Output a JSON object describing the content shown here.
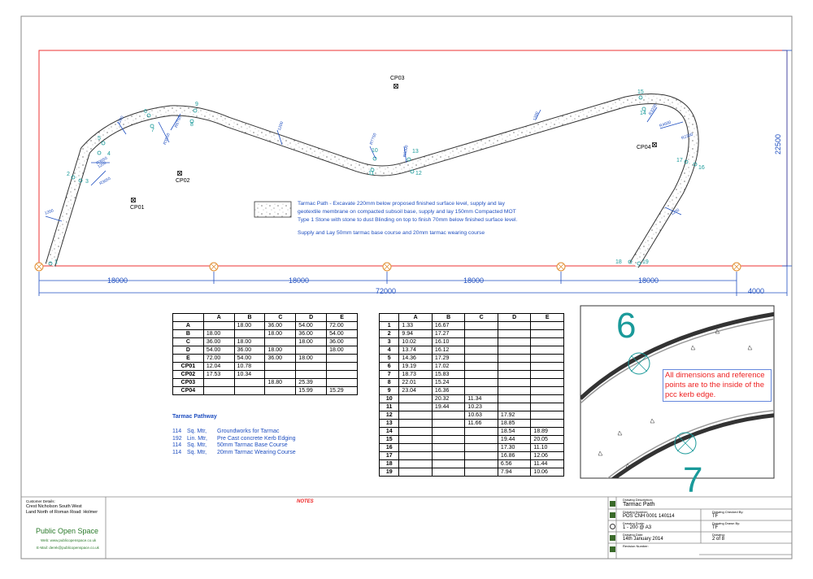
{
  "plan": {
    "total_width": "72000",
    "segments": [
      "18000",
      "18000",
      "18000",
      "18000"
    ],
    "edge_dim": "4000",
    "height_dim": "22500",
    "control_points": [
      "CP01",
      "CP02",
      "CP03",
      "CP04"
    ],
    "point_numbers": [
      "1",
      "2",
      "3",
      "4",
      "5",
      "6",
      "7",
      "8",
      "9",
      "10",
      "11",
      "12",
      "13",
      "14",
      "15",
      "16",
      "17",
      "18",
      "19"
    ],
    "dims": [
      "1200",
      "1200",
      "1200",
      "1200",
      "1200",
      "1200",
      "R3550",
      "R6750",
      "R3550",
      "R3550",
      "R7750",
      "R6000",
      "R3200",
      "R4600",
      "R2300"
    ]
  },
  "notes_text": {
    "line1": "Tarmac Path - Excavate 220mm below proposed finished surface level, supply and lay",
    "line2": "geotextile membrane on compacted subsoil base, supply and lay 150mm Compacted MOT",
    "line3": "Type 1 Stone with stone to dust Blinding on top to finish 70mm below finished surface level.",
    "line4": "Supply and Lay 50mm tarmac base course and 20mm tarmac wearing course"
  },
  "table1": {
    "headers": [
      "",
      "A",
      "B",
      "C",
      "D",
      "E"
    ],
    "rows": [
      [
        "A",
        "",
        "18.00",
        "36.00",
        "54.00",
        "72.00"
      ],
      [
        "B",
        "18.00",
        "",
        "18.00",
        "36.00",
        "54.00"
      ],
      [
        "C",
        "36.00",
        "18.00",
        "",
        "18.00",
        "36.00"
      ],
      [
        "D",
        "54.00",
        "36.00",
        "18.00",
        "",
        "18.00"
      ],
      [
        "E",
        "72.00",
        "54.00",
        "36.00",
        "18.00",
        ""
      ],
      [
        "CP01",
        "12.04",
        "10.78",
        "",
        "",
        ""
      ],
      [
        "CP02",
        "17.53",
        "10.34",
        "",
        "",
        ""
      ],
      [
        "CP03",
        "",
        "",
        "18.80",
        "25.39",
        ""
      ],
      [
        "CP04",
        "",
        "",
        "",
        "15.99",
        "15.29"
      ]
    ]
  },
  "table2": {
    "headers": [
      "",
      "A",
      "B",
      "C",
      "D",
      "E"
    ],
    "rows": [
      [
        "1",
        "1.33",
        "16.67",
        "",
        "",
        ""
      ],
      [
        "2",
        "9.94",
        "17.27",
        "",
        "",
        ""
      ],
      [
        "3",
        "10.02",
        "16.10",
        "",
        "",
        ""
      ],
      [
        "4",
        "13.74",
        "16.12",
        "",
        "",
        ""
      ],
      [
        "5",
        "14.36",
        "17.29",
        "",
        "",
        ""
      ],
      [
        "6",
        "19.19",
        "17.02",
        "",
        "",
        ""
      ],
      [
        "7",
        "18.73",
        "15.83",
        "",
        "",
        ""
      ],
      [
        "8",
        "22.01",
        "15.24",
        "",
        "",
        ""
      ],
      [
        "9",
        "23.04",
        "16.36",
        "",
        "",
        ""
      ],
      [
        "10",
        "",
        "20.32",
        "11.34",
        "",
        ""
      ],
      [
        "11",
        "",
        "19.44",
        "10.23",
        "",
        ""
      ],
      [
        "12",
        "",
        "",
        "10.63",
        "17.92",
        ""
      ],
      [
        "13",
        "",
        "",
        "11.66",
        "18.85",
        ""
      ],
      [
        "14",
        "",
        "",
        "",
        "18.54",
        "18.89"
      ],
      [
        "15",
        "",
        "",
        "",
        "19.44",
        "20.05"
      ],
      [
        "16",
        "",
        "",
        "",
        "17.30",
        "11.10"
      ],
      [
        "17",
        "",
        "",
        "",
        "16.86",
        "12.06"
      ],
      [
        "18",
        "",
        "",
        "",
        "6.56",
        "11.44"
      ],
      [
        "19",
        "",
        "",
        "",
        "7.94",
        "10.06"
      ]
    ]
  },
  "quantities": {
    "title": "Tarmac Pathway",
    "items": [
      {
        "qty": "114",
        "unit": "Sq. Mtr,",
        "desc": "Groundworks for Tarmac"
      },
      {
        "qty": "192",
        "unit": "Lin. Mtr,",
        "desc": "Pre Cast concrete Kerb Edging"
      },
      {
        "qty": "114",
        "unit": "Sq. Mtr,",
        "desc": "50mm Tarmac Base Course"
      },
      {
        "qty": "114",
        "unit": "Sq. Mtr,",
        "desc": "20mm Tarmac Wearing Course"
      }
    ]
  },
  "detail": {
    "num_top": "6",
    "num_bottom": "7",
    "note": "All dimensions and reference points are to the inside of the pcc kerb edge."
  },
  "titleblock": {
    "customer_label": "Customer Details:",
    "customer_name": "Crest Nicholson South West",
    "customer_site": "Land North of Roman Road: Holmer",
    "company": "Public Open Space",
    "web": "Web: www.publicopenspace.co.uk",
    "email": "E-Mail: derek@publicopenspace.co.uk",
    "notes_label": "NOTES",
    "drawing_desc_label": "Drawing Description:",
    "drawing_desc": "Tarmac Path",
    "drawing_number_label": "Drawing Number:",
    "drawing_number": "POS CNH 0001 140114",
    "checked_label": "Drawing Checked By:",
    "checked": "TF",
    "scale_label": "Drawing Scale:",
    "scale": "1 - 200 @ A3",
    "drawn_label": "Drawing Drawn By:",
    "drawn": "TF",
    "date_label": "Drawing Date:",
    "date": "14th January 2014",
    "sheet_label": "Drawing:",
    "sheet": "2 of 8",
    "revision_label": "Revision Number:"
  }
}
